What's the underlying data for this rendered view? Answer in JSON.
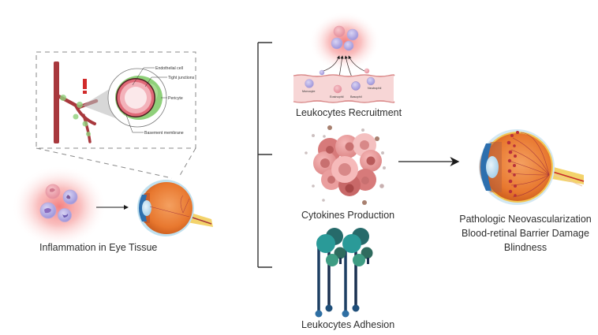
{
  "figure": {
    "title": "Inflammation-driven retinal pathology pathway",
    "left_panel": {
      "caption": "Inflammation in Eye Tissue",
      "inset_labels": {
        "endothelial": "Endothelial cell",
        "tight_junctions": "Tight junctions",
        "pericyte": "Pericyte",
        "basement": "Basement membrane"
      },
      "alert_symbol": "!"
    },
    "mechanisms": [
      {
        "label": "Leukocytes Recruitment",
        "cell_labels": [
          "Monocyte",
          "Eosinophil",
          "Basophil",
          "Neutrophil"
        ]
      },
      {
        "label": "Cytokines Production"
      },
      {
        "label": "Leukocytes Adhesion"
      }
    ],
    "outcomes": [
      "Pathologic  Neovascularization",
      "Blood-retinal Barrier Damage",
      "Blindness"
    ],
    "colors": {
      "inflammation_glow": "#f26b6b",
      "vessel": "#a8383d",
      "pericyte": "#8fd07a",
      "endothelium": "#f0a0a8",
      "eye_sclera": "#e8782f",
      "cornea": "#4c8fc4",
      "adhesion_teal": "#2a8f8f",
      "adhesion_dark": "#1f5f6e",
      "stalk": "#1d3f63",
      "bracket": "#333333"
    }
  }
}
